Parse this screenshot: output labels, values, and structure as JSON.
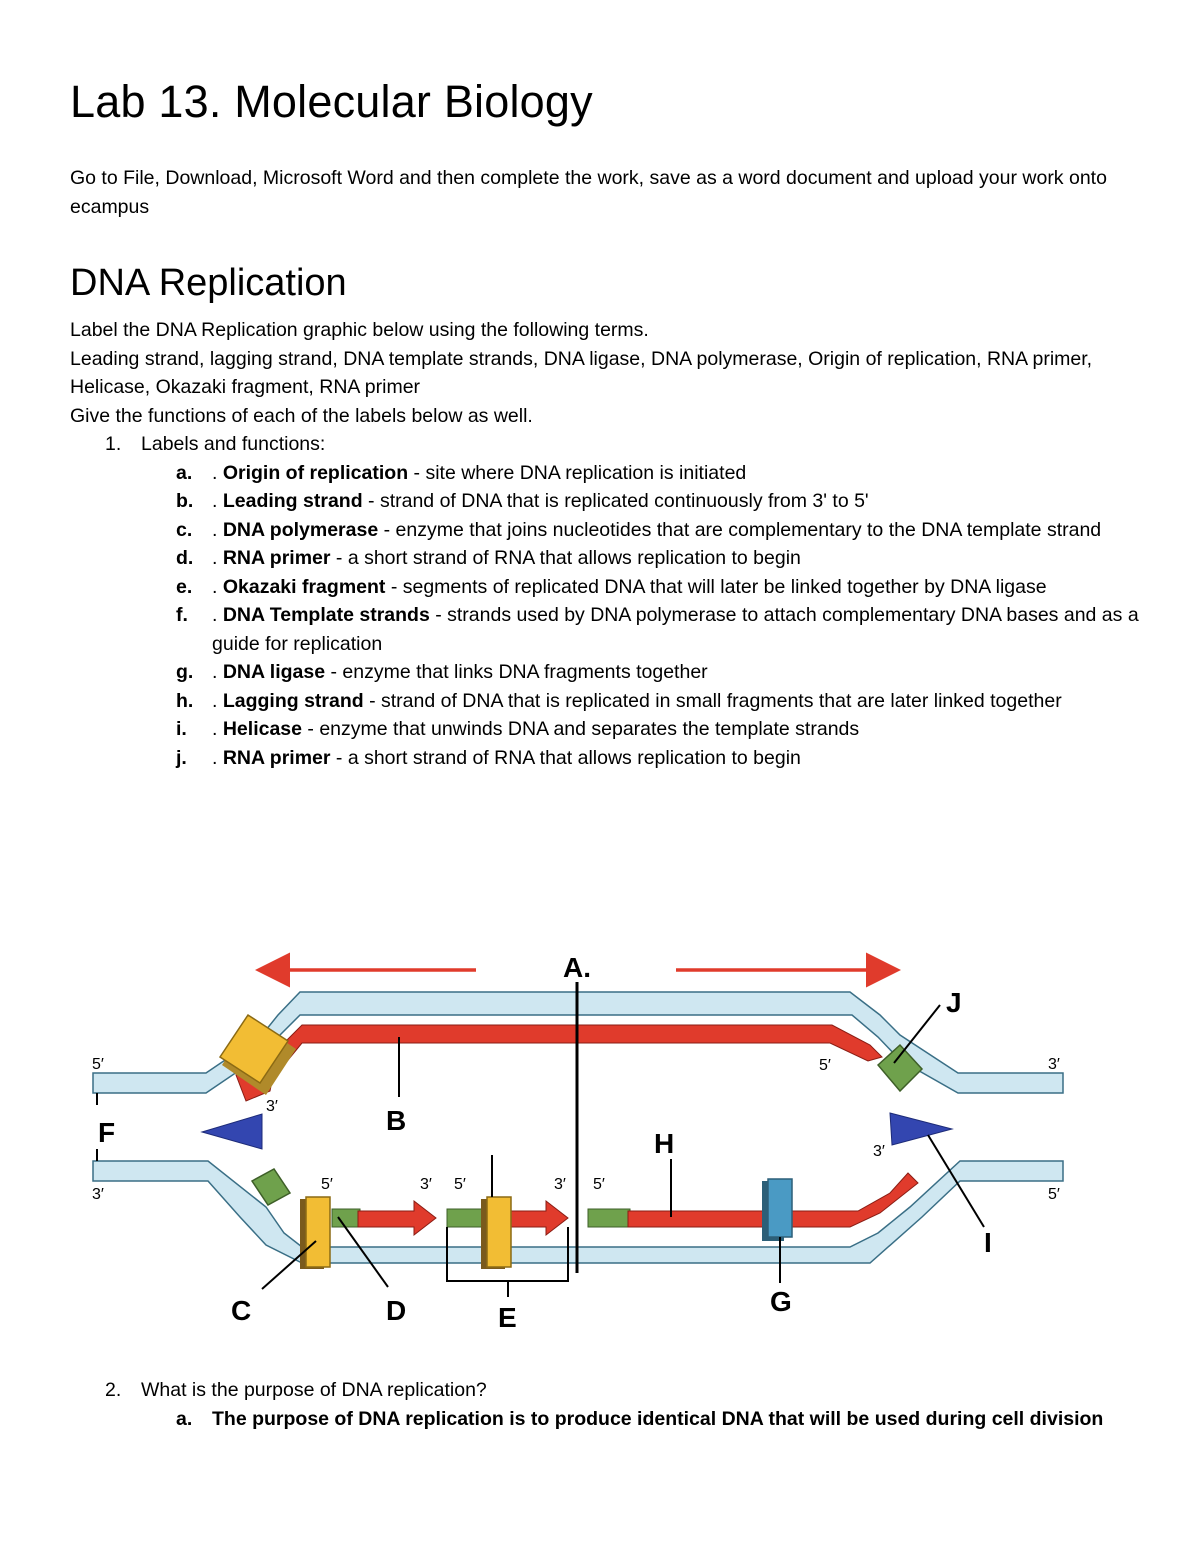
{
  "document": {
    "title": "Lab 13. Molecular Biology",
    "intro": "Go to File, Download, Microsoft Word and then complete the work, save as a word document and upload your work onto ecampus",
    "section_heading": "DNA Replication",
    "instructions": [
      "Label the DNA Replication graphic below using the following terms.",
      "Leading strand, lagging strand, DNA template strands, DNA ligase, DNA polymerase, Origin of replication, RNA primer, Helicase, Okazaki fragment, RNA primer",
      "Give the functions of each of the labels below as well."
    ],
    "q1": {
      "number": "1.",
      "text": "Labels and functions:",
      "items": [
        {
          "letter": "a.",
          "prefix": ". ",
          "term": "Origin of replication",
          "desc": " - site where DNA replication is initiated"
        },
        {
          "letter": "b.",
          "prefix": ". ",
          "term": "Leading strand",
          "desc": " - strand of DNA that is replicated continuously from 3' to 5'"
        },
        {
          "letter": "c.",
          "prefix": ". ",
          "term": "DNA polymerase",
          "desc": " - enzyme that joins nucleotides that are complementary to the DNA template strand"
        },
        {
          "letter": "d.",
          "prefix": ". ",
          "term": "RNA primer",
          "desc": "  - a short strand of RNA that allows replication to begin"
        },
        {
          "letter": "e.",
          "prefix": ". ",
          "term": "Okazaki fragment",
          "desc": " - segments of replicated DNA that will later be linked together by DNA ligase"
        },
        {
          "letter": "f.",
          "prefix": ". ",
          "term": "DNA Template strands",
          "desc": " - strands used by DNA polymerase to attach complementary DNA bases and as a guide for replication"
        },
        {
          "letter": "g.",
          "prefix": ". ",
          "term": "DNA ligase",
          "desc": " - enzyme that links DNA fragments together"
        },
        {
          "letter": "h.",
          "prefix": ". ",
          "term": "Lagging strand",
          "desc": " - strand of DNA that is replicated in small fragments that are later linked together"
        },
        {
          "letter": "i.",
          "prefix": ". ",
          "term": "Helicase",
          "desc": " - enzyme that unwinds DNA and separates the template strands"
        },
        {
          "letter": "j.",
          "prefix": ". ",
          "term": "RNA primer",
          "desc": " - a short strand of RNA that allows replication to begin"
        }
      ]
    },
    "q2": {
      "number": "2.",
      "text": "What is the purpose of DNA replication?",
      "answer_letter": "a.",
      "answer": "The purpose of DNA replication is to produce identical DNA that will be used during cell division"
    }
  },
  "diagram": {
    "labels": {
      "A": "A.",
      "B": "B",
      "C": "C",
      "D": "D",
      "E": "E",
      "F": "F",
      "G": "G",
      "H": "H",
      "I": "I",
      "J": "J"
    },
    "ends": {
      "top_left": "5′",
      "top_right": "3′",
      "bottom_left": "3′",
      "bottom_right": "5′",
      "leading_5": "5′",
      "leading_3": "3′",
      "frag1_5": "5′",
      "frag1_3": "3′",
      "frag2_5": "5′",
      "frag2_3": "3′",
      "frag3_5": "5′",
      "lagging_3": "3′"
    },
    "colors": {
      "template": "#cfe7f1",
      "template_stroke": "#3a6f86",
      "new_strand": "#e03b2c",
      "primer": "#6fa14c",
      "polymerase": "#f2bd34",
      "helicase": "#3346b0",
      "ligase": "#4a9ac4",
      "arrow": "#e03b2c"
    }
  }
}
